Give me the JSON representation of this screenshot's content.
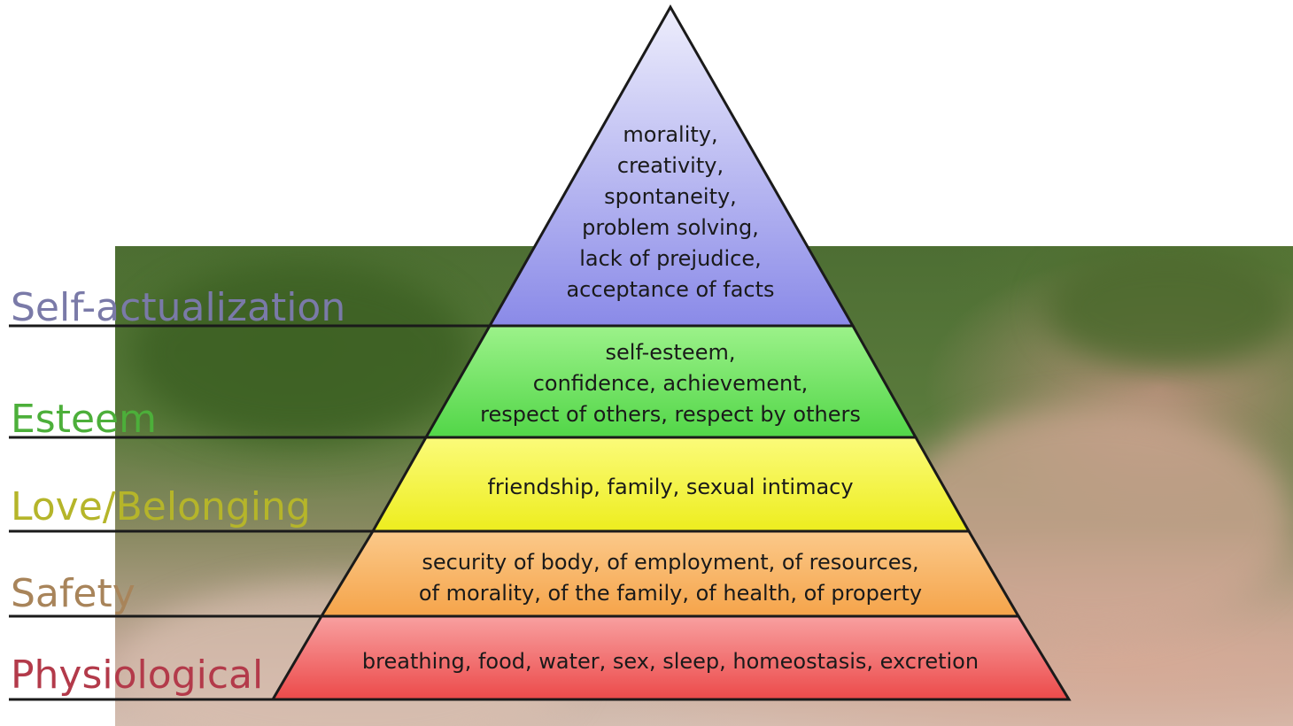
{
  "levels": [
    {
      "name": "Self-actualization",
      "color": "#7a7aa8",
      "fill_top": "#eeeefc",
      "fill_bottom": "#8a8ae8",
      "lines": [
        "morality,",
        "creativity,",
        "spontaneity,",
        "problem solving,",
        "lack of prejudice,",
        "acceptance of facts"
      ]
    },
    {
      "name": "Esteem",
      "color": "#4caf3a",
      "fill_top": "#9cf28a",
      "fill_bottom": "#52d648",
      "lines": [
        "self-esteem,",
        "confidence, achievement,",
        "respect of others, respect by others"
      ]
    },
    {
      "name": "Love/Belonging",
      "color": "#b5b52a",
      "fill_top": "#fbfb7a",
      "fill_bottom": "#eded1e",
      "lines": [
        "friendship, family, sexual intimacy"
      ]
    },
    {
      "name": "Safety",
      "color": "#a8845a",
      "fill_top": "#fbc98a",
      "fill_bottom": "#f5a44a",
      "lines": [
        "security of body, of employment, of resources,",
        "of morality, of the family, of health, of property"
      ]
    },
    {
      "name": "Physiological",
      "color": "#b33a4a",
      "fill_top": "#f8a0a0",
      "fill_bottom": "#ec4a4a",
      "lines": [
        "breathing, food, water, sex, sleep, homeostasis, excretion"
      ]
    }
  ]
}
